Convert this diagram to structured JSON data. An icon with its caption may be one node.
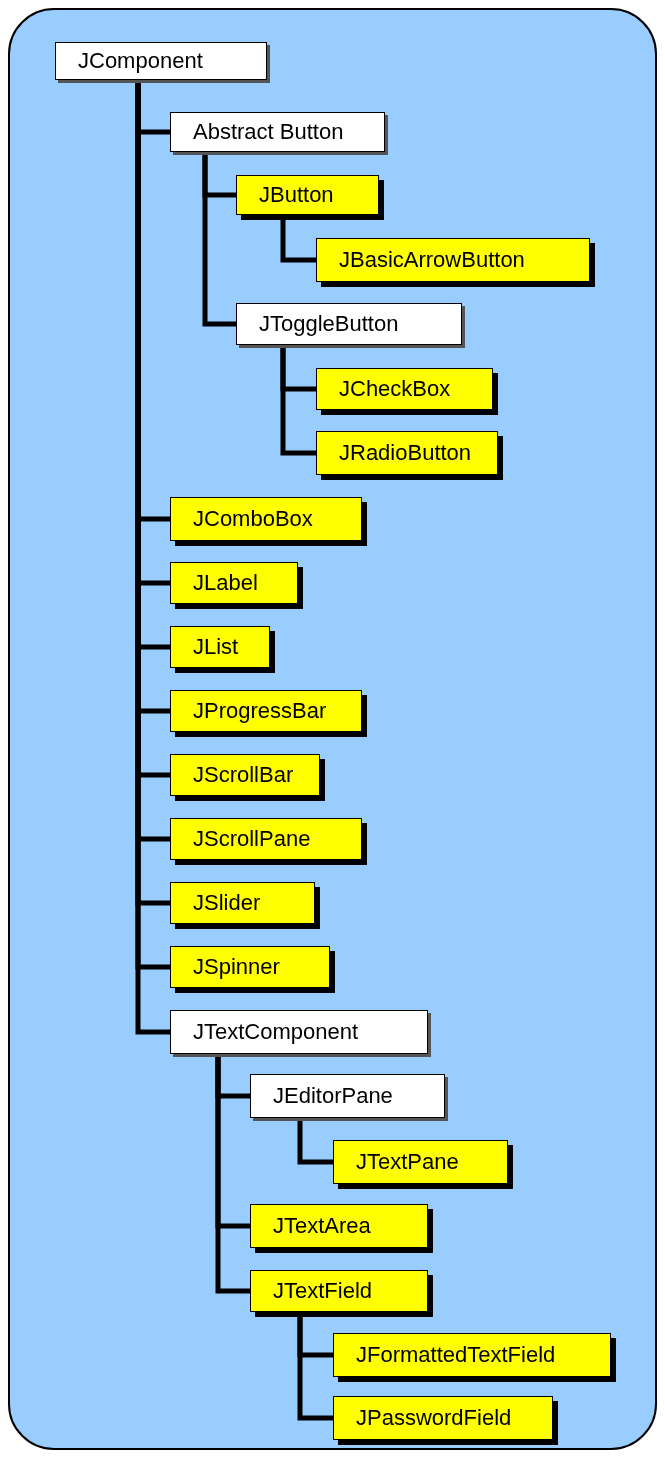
{
  "diagram": {
    "nodes": [
      {
        "text": [
          "JComponent"
        ]
      },
      {
        "text": [
          "Abstract Button"
        ]
      },
      {
        "text": [
          "JButton"
        ]
      },
      {
        "text": [
          "JBasicArrowButton"
        ]
      },
      {
        "text": [
          "JToggleButton"
        ]
      },
      {
        "text": [
          "JCheckBox"
        ]
      },
      {
        "text": [
          "JRadioButton"
        ]
      },
      {
        "text": [
          "JComboBox"
        ]
      },
      {
        "text": [
          "JLabel"
        ]
      },
      {
        "text": [
          "JList"
        ]
      },
      {
        "text": [
          "JProgressBar"
        ]
      },
      {
        "text": [
          "JScrollBar"
        ]
      },
      {
        "text": [
          "JScrollPane"
        ]
      },
      {
        "text": [
          "JSlider"
        ]
      },
      {
        "text": [
          "JSpinner"
        ]
      },
      {
        "text": [
          "JTextComponent"
        ]
      },
      {
        "text": [
          "JEditorPane"
        ]
      },
      {
        "text": [
          "JTextPane"
        ]
      },
      {
        "text": [
          "JTextArea"
        ]
      },
      {
        "text": [
          "JTextField"
        ]
      },
      {
        "text": [
          "JFormattedTextField"
        ]
      },
      {
        "text": [
          "JPasswordField"
        ]
      }
    ],
    "edges": [
      {
        "from": 0,
        "to": 1,
        "arrow": "none"
      },
      {
        "from": 1,
        "to": 2,
        "arrow": "none"
      },
      {
        "from": 2,
        "to": 3,
        "arrow": "none"
      },
      {
        "from": 1,
        "to": 4,
        "arrow": "none"
      },
      {
        "from": 4,
        "to": 5,
        "arrow": "none"
      },
      {
        "from": 4,
        "to": 6,
        "arrow": "none"
      },
      {
        "from": 0,
        "to": 7,
        "arrow": "none"
      },
      {
        "from": 0,
        "to": 8,
        "arrow": "none"
      },
      {
        "from": 0,
        "to": 9,
        "arrow": "none"
      },
      {
        "from": 0,
        "to": 10,
        "arrow": "none"
      },
      {
        "from": 0,
        "to": 11,
        "arrow": "none"
      },
      {
        "from": 0,
        "to": 12,
        "arrow": "none"
      },
      {
        "from": 0,
        "to": 13,
        "arrow": "none"
      },
      {
        "from": 0,
        "to": 14,
        "arrow": "none"
      },
      {
        "from": 0,
        "to": 15,
        "arrow": "none"
      },
      {
        "from": 15,
        "to": 16,
        "arrow": "none"
      },
      {
        "from": 16,
        "to": 17,
        "arrow": "none"
      },
      {
        "from": 15,
        "to": 18,
        "arrow": "none"
      },
      {
        "from": 15,
        "to": 19,
        "arrow": "none"
      },
      {
        "from": 19,
        "to": 20,
        "arrow": "none"
      },
      {
        "from": 19,
        "to": 21,
        "arrow": "none"
      }
    ]
  }
}
